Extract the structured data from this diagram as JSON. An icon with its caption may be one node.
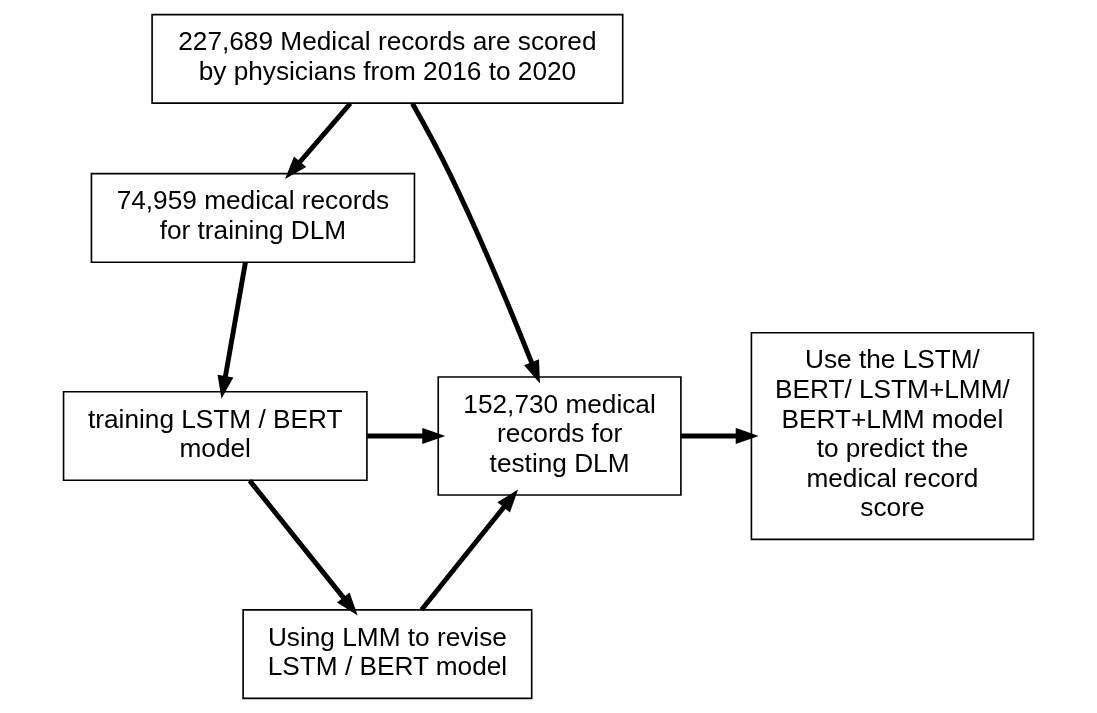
{
  "diagram": {
    "nodes": [
      {
        "text": [
          "227,689 Medical records are scored by physicians from 2016 to 2020"
        ]
      },
      {
        "text": [
          "74,959 medical records for training DLM"
        ]
      },
      {
        "text": [
          "training LSTM / BERT model"
        ]
      },
      {
        "text": [
          "Using LMM to revise LSTM / BERT model"
        ]
      },
      {
        "text": [
          "152,730 medical records for testing DLM"
        ]
      },
      {
        "text": [
          "Use the LSTM/ BERT/ LSTM+LMM/ BERT+LMM model to predict the medical record score"
        ]
      }
    ],
    "edges": [
      {
        "from": 0,
        "to": 1,
        "arrow": "to"
      },
      {
        "from": 0,
        "to": 4,
        "arrow": "to"
      },
      {
        "from": 1,
        "to": 2,
        "arrow": "to"
      },
      {
        "from": 2,
        "to": 3,
        "arrow": "to"
      },
      {
        "from": 2,
        "to": 4,
        "arrow": "to"
      },
      {
        "from": 3,
        "to": 4,
        "arrow": "to"
      },
      {
        "from": 4,
        "to": 5,
        "arrow": "to"
      }
    ]
  }
}
